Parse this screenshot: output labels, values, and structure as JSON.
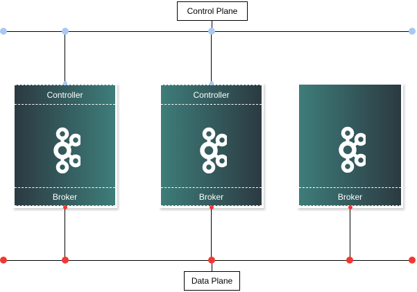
{
  "control_plane": {
    "label": "Control Plane"
  },
  "data_plane": {
    "label": "Data Plane"
  },
  "nodes": [
    {
      "id": "node-1",
      "controller_label": "Controller",
      "broker_label": "Broker",
      "roles": [
        "controller",
        "broker"
      ],
      "icon": "kafka-logo"
    },
    {
      "id": "node-2",
      "controller_label": "Controller",
      "broker_label": "Broker",
      "roles": [
        "controller",
        "broker"
      ],
      "icon": "kafka-logo"
    },
    {
      "id": "node-3",
      "broker_label": "Broker",
      "roles": [
        "broker"
      ],
      "icon": "kafka-logo"
    }
  ],
  "colors": {
    "plane_line": "#000000",
    "control_plane_dot": "#a7c9f2",
    "data_plane_dot": "#f23730",
    "node_frame": "#ffffff",
    "panel_dark": "#2b3a41",
    "panel_teal": "#3e7d7a",
    "panel_text": "#ffffff",
    "label_bg": "#ffffff",
    "label_text": "#000000"
  }
}
